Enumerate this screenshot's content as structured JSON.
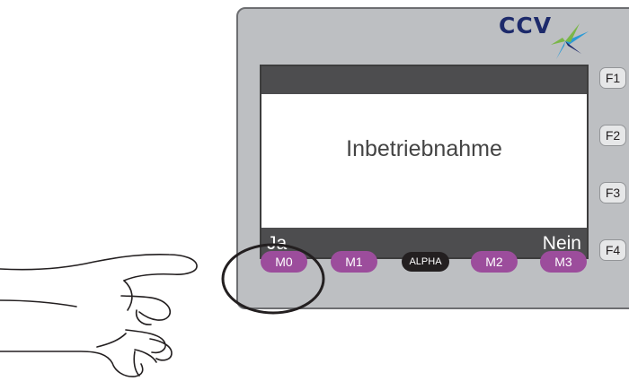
{
  "logo": {
    "text": "CCV"
  },
  "display": {
    "title": "Inbetriebnahme",
    "softkey_left": "Ja",
    "softkey_right": "Nein"
  },
  "function_keys": [
    "F1",
    "F2",
    "F3",
    "F4"
  ],
  "menu_keys": [
    "M0",
    "M1",
    "ALPHA",
    "M2",
    "M3"
  ],
  "highlighted_key": "M0",
  "colors": {
    "housing": "#bdbfc2",
    "display_bar": "#4d4d4f",
    "menu_key": "#9c4d9c",
    "alpha_key": "#231f20",
    "logo_text": "#1d2a6b"
  }
}
